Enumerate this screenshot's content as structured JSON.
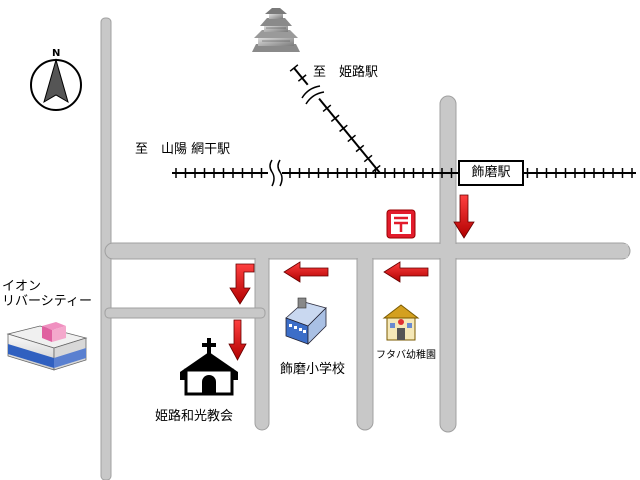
{
  "map": {
    "compass_label": "N",
    "label_to_himeji_station": "至　姫路駅",
    "label_to_sanyo_aboshi": "至　山陽 網干駅",
    "station_name": "飾磨駅",
    "aeon_line1": "イオン",
    "aeon_line2": "リバーシティー",
    "elementary_school": "飾磨小学校",
    "kindergarten": "フタバ幼稚園",
    "church": "姫路和光教会",
    "colors": {
      "road": "#c8c8c8",
      "road_edge": "#a0a0a0",
      "arrow": "#e00000",
      "post_office": "#e21c2c",
      "school_roof": "#d4a020"
    },
    "icons": [
      "compass-icon",
      "himeji-castle-icon",
      "post-office-icon",
      "school-building-icon",
      "kindergarten-icon",
      "church-icon",
      "shopping-mall-icon"
    ]
  }
}
